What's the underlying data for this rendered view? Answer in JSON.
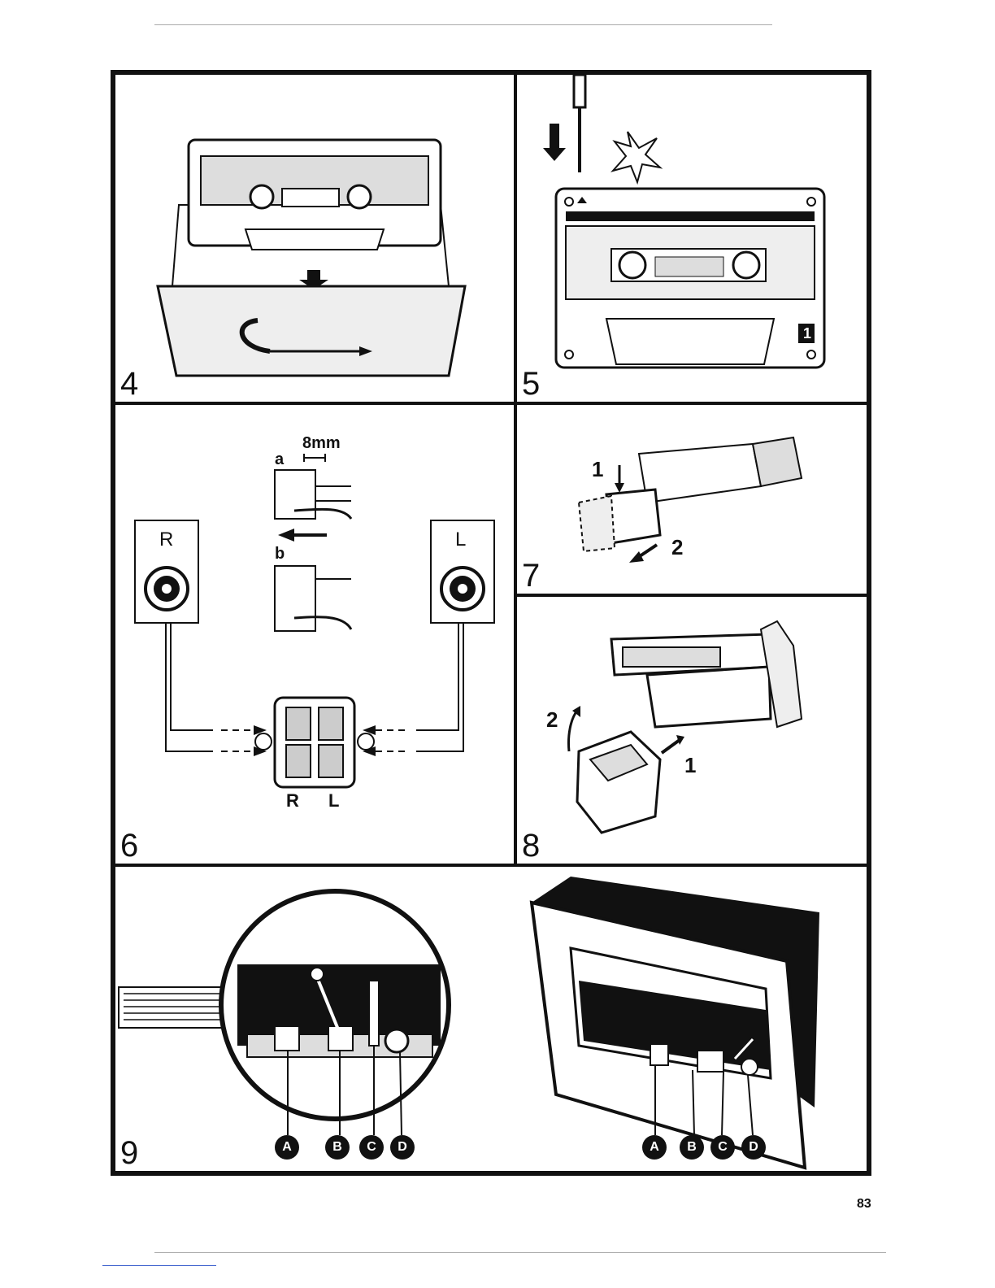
{
  "figures": {
    "fig4": "4",
    "fig5": "5",
    "fig6": "6",
    "fig7": "7",
    "fig8": "8",
    "fig9": "9"
  },
  "fig5_labels": {
    "badge": "1"
  },
  "fig6_labels": {
    "measure": "8mm",
    "step_a": "a",
    "step_b": "b",
    "speaker_right": "R",
    "speaker_left": "L",
    "terminal_right": "R",
    "terminal_left": "L"
  },
  "fig7_labels": {
    "step1": "1",
    "step2": "2"
  },
  "fig8_labels": {
    "step1": "1",
    "step2": "2"
  },
  "fig9_callouts": [
    "A",
    "B",
    "C",
    "D"
  ],
  "page_number": "83"
}
